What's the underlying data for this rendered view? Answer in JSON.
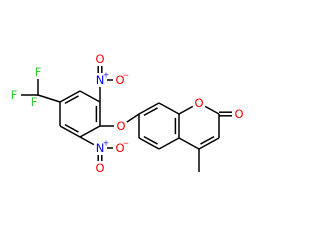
{
  "molecule": {
    "colors": {
      "bond": "#000000",
      "oxygen": "#ff0000",
      "nitrogen": "#0000ff",
      "fluorine": "#33cc33",
      "carbon": "#000000"
    },
    "atoms": [
      {
        "id": "f1",
        "element": "F",
        "label": "F"
      },
      {
        "id": "f2",
        "element": "F",
        "label": "F"
      },
      {
        "id": "f3",
        "element": "F",
        "label": "F"
      },
      {
        "id": "n_top",
        "element": "N",
        "label": "N",
        "charge": "+"
      },
      {
        "id": "o_top_nitro_minus",
        "element": "O",
        "label": "O",
        "charge": "−"
      },
      {
        "id": "o_top_nitro_double",
        "element": "O",
        "label": "O"
      },
      {
        "id": "n_bottom",
        "element": "N",
        "label": "N",
        "charge": "+"
      },
      {
        "id": "o_bottom_nitro_minus",
        "element": "O",
        "label": "O",
        "charge": "−"
      },
      {
        "id": "o_bottom_nitro_double",
        "element": "O",
        "label": "O"
      },
      {
        "id": "o_ether",
        "element": "O",
        "label": "O"
      },
      {
        "id": "o_ring",
        "element": "O",
        "label": "O"
      },
      {
        "id": "o_carbonyl",
        "element": "O",
        "label": "O"
      }
    ]
  }
}
